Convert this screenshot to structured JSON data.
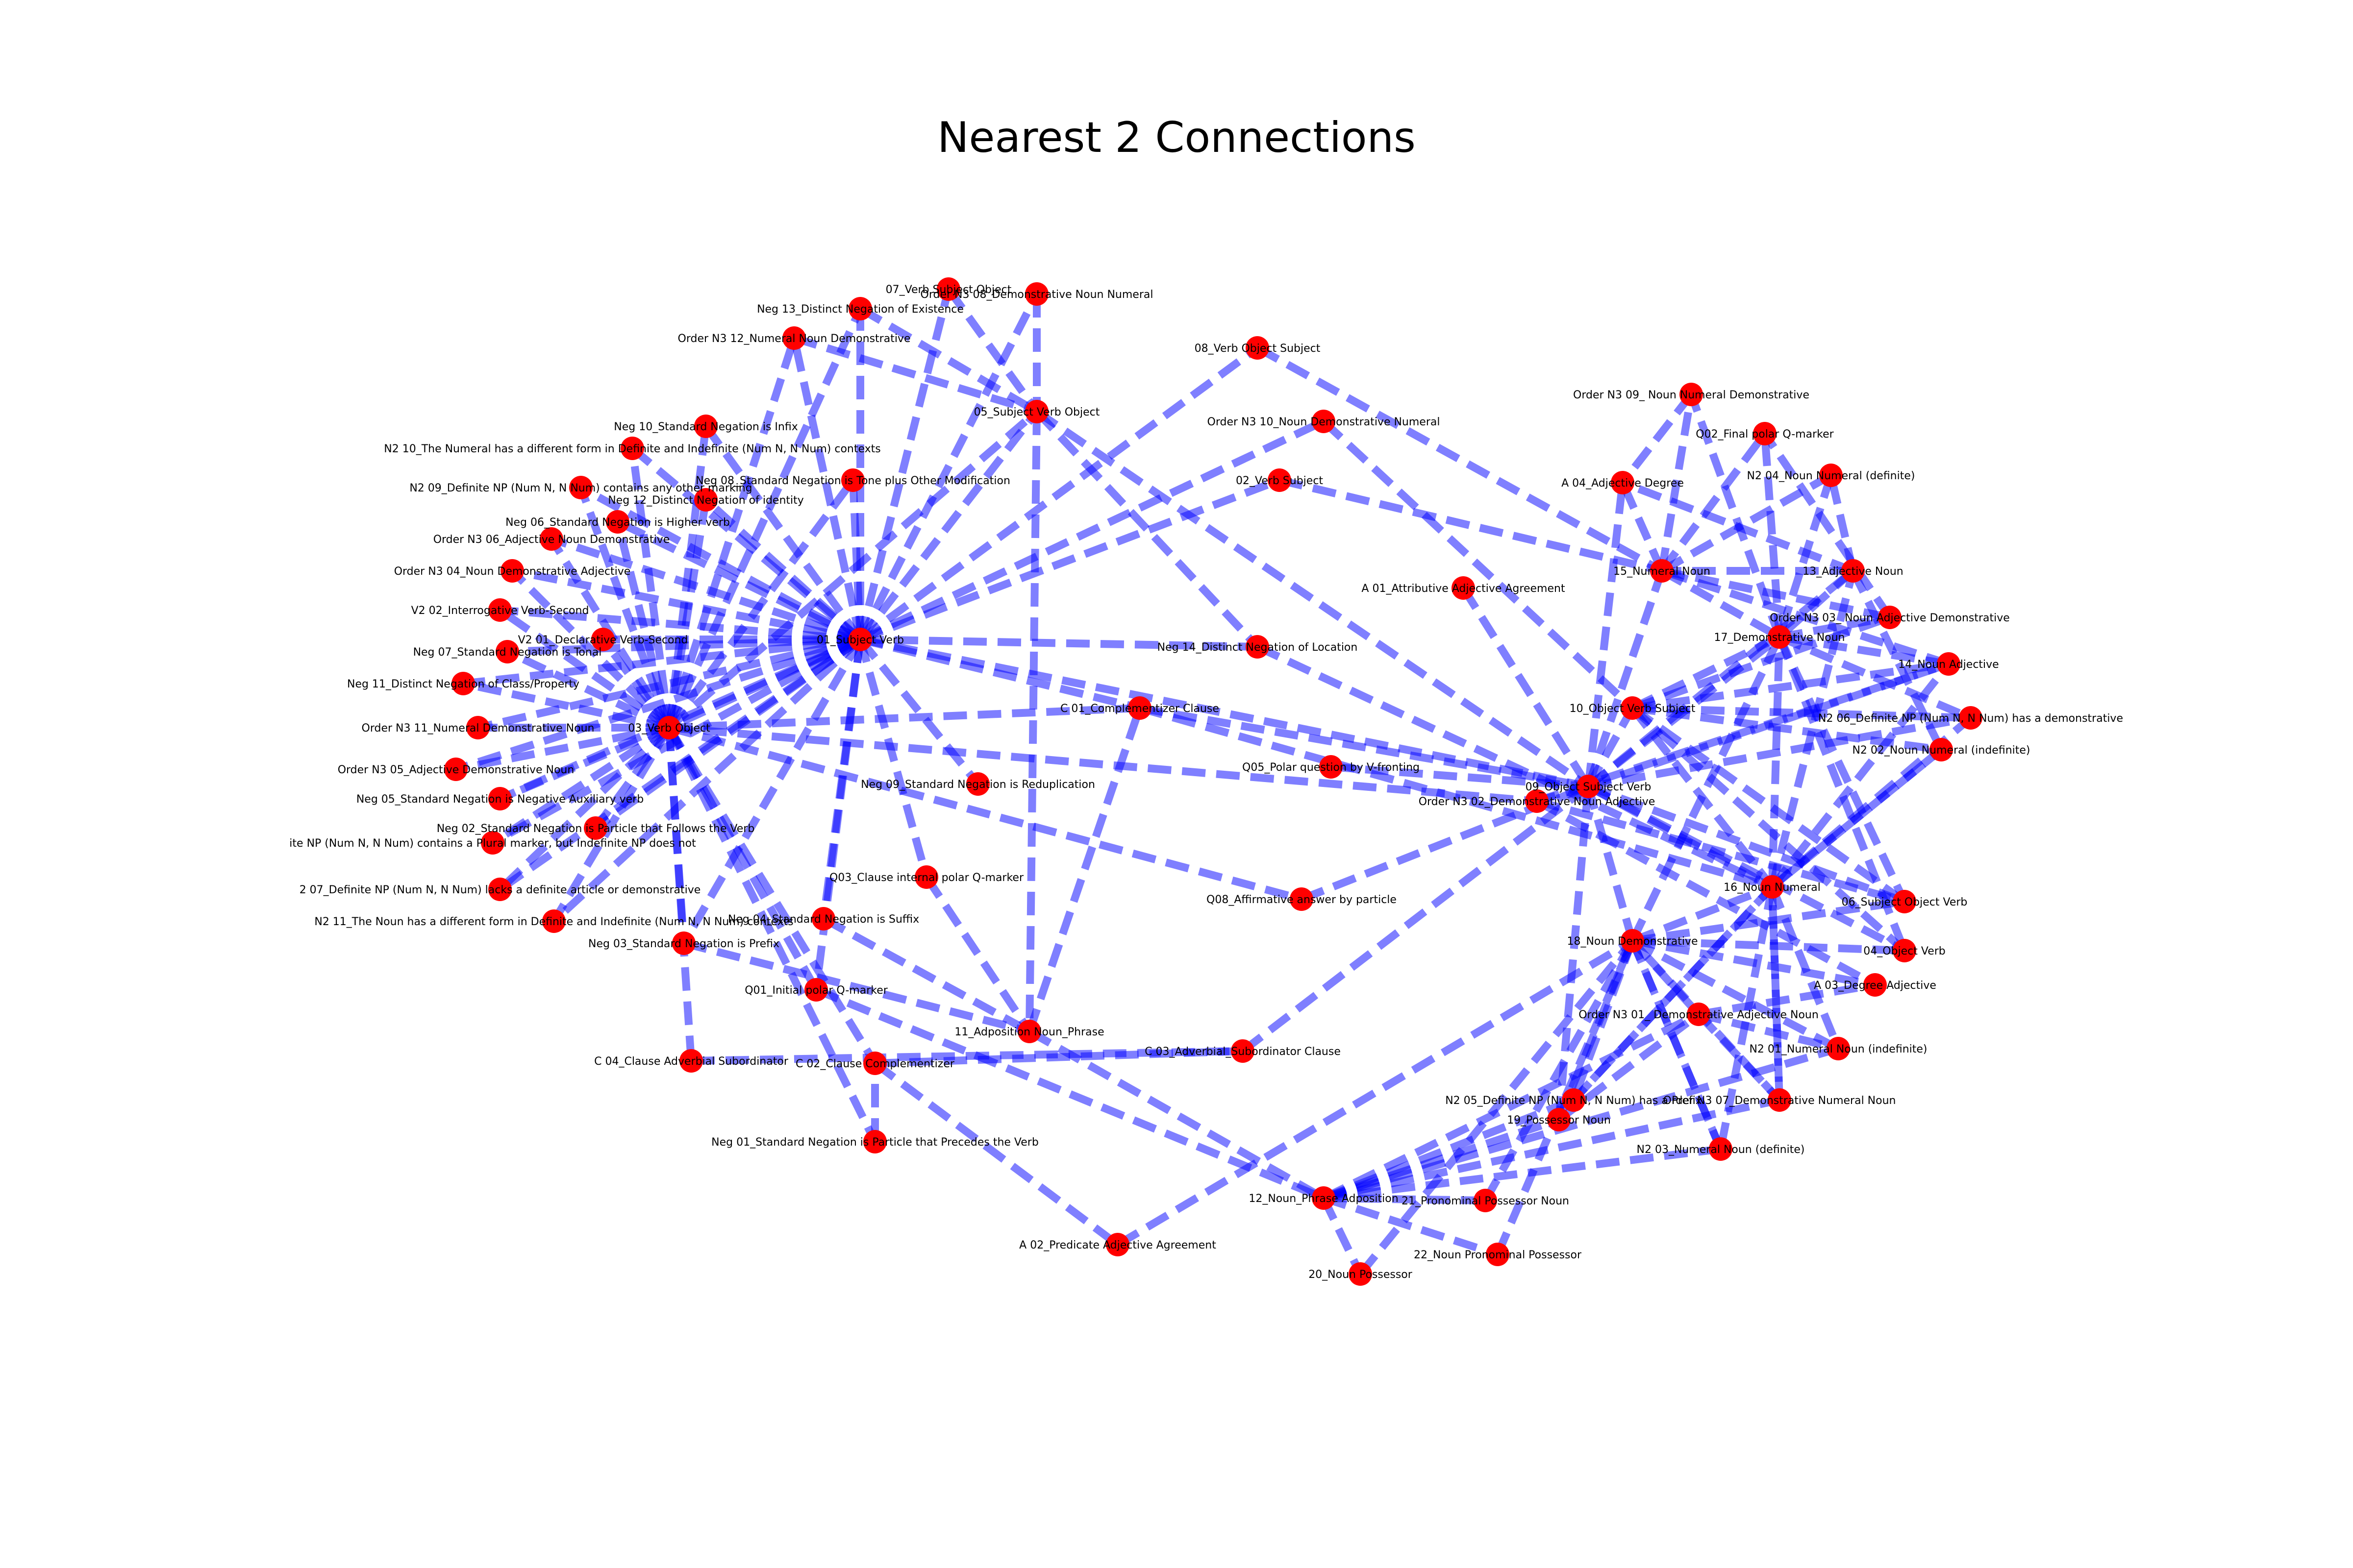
{
  "title": "Nearest 2 Connections",
  "colors": {
    "node": "#ff0000",
    "edge": "#0000ff",
    "background": "#ffffff"
  },
  "nodes": [
    {
      "id": "n1",
      "label": "01_Subject Verb"
    },
    {
      "id": "n2",
      "label": "03_Verb Object"
    },
    {
      "id": "n3",
      "label": "09_Object Subject Verb"
    },
    {
      "id": "n4",
      "label": "Order N3 02_Demonstrative Noun Adjective"
    },
    {
      "id": "n5",
      "label": "Order N3 08_Demonstrative Noun Numeral"
    },
    {
      "id": "n6",
      "label": "07_Verb Subject Object"
    },
    {
      "id": "n7",
      "label": "Neg 13_Distinct Negation of Existence"
    },
    {
      "id": "n8",
      "label": "Order N3 12_Numeral Noun Demonstrative"
    },
    {
      "id": "n9",
      "label": "05_Subject Verb Object"
    },
    {
      "id": "n10",
      "label": "08_Verb Object Subject"
    },
    {
      "id": "n11",
      "label": "Order N3 10_Noun Demonstrative Numeral"
    },
    {
      "id": "n12",
      "label": "02_Verb Subject"
    },
    {
      "id": "n13",
      "label": "Neg 10_Standard Negation is Infix"
    },
    {
      "id": "n14",
      "label": "N2 10_The Numeral has a different form in Definite and Indefinite (Num N, N Num) contexts"
    },
    {
      "id": "n15",
      "label": "N2 09_Definite NP (Num N, N Num) contains any other marking"
    },
    {
      "id": "n16",
      "label": "Neg 08_Standard Negation is Tone plus Other Modification"
    },
    {
      "id": "n17",
      "label": "Neg 12_Distinct Negation of identity"
    },
    {
      "id": "n18",
      "label": "Neg 06_Standard Negation is Higher verb"
    },
    {
      "id": "n19",
      "label": "Order N3 06_Adjective Noun Demonstrative"
    },
    {
      "id": "n20",
      "label": "Order N3 04_Noun Demonstrative Adjective"
    },
    {
      "id": "n21",
      "label": "V2 02_Interrogative Verb-Second"
    },
    {
      "id": "n22",
      "label": "V2 01_Declarative Verb-Second"
    },
    {
      "id": "n23",
      "label": "Neg 07_Standard Negation is Tonal"
    },
    {
      "id": "n24",
      "label": "Neg 11_Distinct Negation of  Class/Property"
    },
    {
      "id": "n25",
      "label": "Order N3 11_Numeral Demonstrative Noun"
    },
    {
      "id": "n26",
      "label": "Order N3 05_Adjective Demonstrative Noun"
    },
    {
      "id": "n27",
      "label": "Neg 05_Standard Negation is Negative Auxiliary verb"
    },
    {
      "id": "n28",
      "label": "Neg 02_Standard Negation is Particle that Follows the Verb"
    },
    {
      "id": "n29",
      "label": "ite NP (Num N, N Num) contains a Plural marker, but Indefinite NP does not"
    },
    {
      "id": "n30",
      "label": "2 07_Definite NP (Num N, N Num) lacks a definite article or demonstrative"
    },
    {
      "id": "n31",
      "label": "N2 11_The Noun has a different form in Definite and Indefinite (Num N, N Num) contexts"
    },
    {
      "id": "n32",
      "label": "Neg 03_Standard Negation is Prefix"
    },
    {
      "id": "n33",
      "label": "Neg 04_Standard Negation is Suffix"
    },
    {
      "id": "n34",
      "label": "Q03_Clause internal polar Q-marker"
    },
    {
      "id": "n35",
      "label": "Neg 09_Standard Negation is Reduplication"
    },
    {
      "id": "n36",
      "label": "Q01_Initial polar Q-marker"
    },
    {
      "id": "n37",
      "label": "C 04_Clause Adverbial Subordinator"
    },
    {
      "id": "n38",
      "label": "C 02_Clause Complementizer"
    },
    {
      "id": "n39",
      "label": "11_Adposition Noun_Phrase"
    },
    {
      "id": "n40",
      "label": "C 03_Adverbial_Subordinator Clause"
    },
    {
      "id": "n41",
      "label": "Neg 01_Standard Negation is Particle that Precedes the Verb"
    },
    {
      "id": "n42",
      "label": "A 02_Predicate Adjective Agreement"
    },
    {
      "id": "n43",
      "label": "C 01_Complementizer Clause"
    },
    {
      "id": "n44",
      "label": "Neg 14_Distinct Negation of Location"
    },
    {
      "id": "n45",
      "label": "A 01_Attributive Adjective Agreement"
    },
    {
      "id": "n46",
      "label": "Q05_Polar question by V-fronting"
    },
    {
      "id": "n47",
      "label": "Q08_Affirmative answer by particle"
    },
    {
      "id": "n48",
      "label": "12_Noun_Phrase Adposition"
    },
    {
      "id": "n49",
      "label": "20_Noun Possessor"
    },
    {
      "id": "n50",
      "label": "22_Noun Pronominal Possessor"
    },
    {
      "id": "n51",
      "label": "21_Pronominal Possessor Noun"
    },
    {
      "id": "n52",
      "label": "19_Possessor Noun"
    },
    {
      "id": "n53",
      "label": "N2 05_Definite NP (Num N, N Num) has a Prefix"
    },
    {
      "id": "n54",
      "label": "Order N3 07_Demonstrative Numeral Noun"
    },
    {
      "id": "n55",
      "label": "N2 03_Numeral Noun (definite)"
    },
    {
      "id": "n56",
      "label": "Order N3 01_ Demonstrative Adjective Noun"
    },
    {
      "id": "n57",
      "label": "N2 01_Numeral Noun (indefinite)"
    },
    {
      "id": "n58",
      "label": "18_Noun Demonstrative"
    },
    {
      "id": "n59",
      "label": "A 03_Degree Adjective"
    },
    {
      "id": "n60",
      "label": "04_Object Verb"
    },
    {
      "id": "n61",
      "label": "06_Subject Object Verb"
    },
    {
      "id": "n62",
      "label": "16_Noun Numeral"
    },
    {
      "id": "n63",
      "label": "10_Object Verb Subject"
    },
    {
      "id": "n64",
      "label": "N2 06_Definite NP (Num N, N Num) has a demonstrative"
    },
    {
      "id": "n65",
      "label": "N2 02_Noun Numeral (indefinite)"
    },
    {
      "id": "n66",
      "label": "14_Noun Adjective"
    },
    {
      "id": "n67",
      "label": "17_Demonstrative Noun"
    },
    {
      "id": "n68",
      "label": "Order N3 03_ Noun Adjective Demonstrative"
    },
    {
      "id": "n69",
      "label": "13_Adjective Noun"
    },
    {
      "id": "n70",
      "label": "15_Numeral Noun"
    },
    {
      "id": "n71",
      "label": "A 04_Adjective Degree"
    },
    {
      "id": "n72",
      "label": "Order N3 09_ Noun Numeral Demonstrative"
    },
    {
      "id": "n73",
      "label": "Q02_Final polar Q-marker"
    },
    {
      "id": "n74",
      "label": "N2 04_Noun Numeral (definite)"
    }
  ],
  "edges": [
    [
      "n1",
      "n2"
    ],
    [
      "n1",
      "n5"
    ],
    [
      "n1",
      "n6"
    ],
    [
      "n1",
      "n7"
    ],
    [
      "n1",
      "n8"
    ],
    [
      "n1",
      "n10"
    ],
    [
      "n1",
      "n11"
    ],
    [
      "n1",
      "n12"
    ],
    [
      "n1",
      "n13"
    ],
    [
      "n1",
      "n14"
    ],
    [
      "n1",
      "n15"
    ],
    [
      "n1",
      "n16"
    ],
    [
      "n1",
      "n17"
    ],
    [
      "n1",
      "n18"
    ],
    [
      "n1",
      "n19"
    ],
    [
      "n1",
      "n20"
    ],
    [
      "n1",
      "n21"
    ],
    [
      "n1",
      "n22"
    ],
    [
      "n1",
      "n23"
    ],
    [
      "n1",
      "n24"
    ],
    [
      "n1",
      "n25"
    ],
    [
      "n1",
      "n26"
    ],
    [
      "n1",
      "n27"
    ],
    [
      "n1",
      "n28"
    ],
    [
      "n1",
      "n29"
    ],
    [
      "n1",
      "n30"
    ],
    [
      "n1",
      "n31"
    ],
    [
      "n1",
      "n33"
    ],
    [
      "n1",
      "n34"
    ],
    [
      "n1",
      "n35"
    ],
    [
      "n1",
      "n36"
    ],
    [
      "n1",
      "n44"
    ],
    [
      "n1",
      "n3"
    ],
    [
      "n1",
      "n43"
    ],
    [
      "n1",
      "n32"
    ],
    [
      "n1",
      "n9"
    ],
    [
      "n2",
      "n7"
    ],
    [
      "n2",
      "n8"
    ],
    [
      "n2",
      "n9"
    ],
    [
      "n2",
      "n13"
    ],
    [
      "n2",
      "n14"
    ],
    [
      "n2",
      "n15"
    ],
    [
      "n2",
      "n16"
    ],
    [
      "n2",
      "n17"
    ],
    [
      "n2",
      "n18"
    ],
    [
      "n2",
      "n19"
    ],
    [
      "n2",
      "n20"
    ],
    [
      "n2",
      "n21"
    ],
    [
      "n2",
      "n22"
    ],
    [
      "n2",
      "n23"
    ],
    [
      "n2",
      "n24"
    ],
    [
      "n2",
      "n25"
    ],
    [
      "n2",
      "n26"
    ],
    [
      "n2",
      "n27"
    ],
    [
      "n2",
      "n28"
    ],
    [
      "n2",
      "n29"
    ],
    [
      "n2",
      "n30"
    ],
    [
      "n2",
      "n31"
    ],
    [
      "n2",
      "n32"
    ],
    [
      "n2",
      "n37"
    ],
    [
      "n2",
      "n38"
    ],
    [
      "n2",
      "n36"
    ],
    [
      "n2",
      "n41"
    ],
    [
      "n2",
      "n43"
    ],
    [
      "n2",
      "n47"
    ],
    [
      "n2",
      "n4"
    ],
    [
      "n5",
      "n9"
    ],
    [
      "n6",
      "n9"
    ],
    [
      "n7",
      "n9"
    ],
    [
      "n8",
      "n9"
    ],
    [
      "n9",
      "n44"
    ],
    [
      "n9",
      "n3"
    ],
    [
      "n9",
      "n39"
    ],
    [
      "n10",
      "n70"
    ],
    [
      "n11",
      "n63"
    ],
    [
      "n12",
      "n70"
    ],
    [
      "n32",
      "n39"
    ],
    [
      "n33",
      "n39"
    ],
    [
      "n34",
      "n39"
    ],
    [
      "n36",
      "n48"
    ],
    [
      "n41",
      "n38"
    ],
    [
      "n37",
      "n40"
    ],
    [
      "n38",
      "n40"
    ],
    [
      "n38",
      "n42"
    ],
    [
      "n39",
      "n48"
    ],
    [
      "n39",
      "n43"
    ],
    [
      "n40",
      "n3"
    ],
    [
      "n43",
      "n3"
    ],
    [
      "n43",
      "n62"
    ],
    [
      "n45",
      "n3"
    ],
    [
      "n46",
      "n3"
    ],
    [
      "n47",
      "n3"
    ],
    [
      "n44",
      "n62"
    ],
    [
      "n42",
      "n58"
    ],
    [
      "n48",
      "n49"
    ],
    [
      "n48",
      "n50"
    ],
    [
      "n48",
      "n51"
    ],
    [
      "n48",
      "n52"
    ],
    [
      "n48",
      "n54"
    ],
    [
      "n48",
      "n56"
    ],
    [
      "n48",
      "n57"
    ],
    [
      "n48",
      "n53"
    ],
    [
      "n48",
      "n55"
    ],
    [
      "n52",
      "n56"
    ],
    [
      "n52",
      "n58"
    ],
    [
      "n51",
      "n58"
    ],
    [
      "n49",
      "n58"
    ],
    [
      "n50",
      "n58"
    ],
    [
      "n52",
      "n3"
    ],
    [
      "n3",
      "n63"
    ],
    [
      "n3",
      "n58"
    ],
    [
      "n3",
      "n62"
    ],
    [
      "n3",
      "n66"
    ],
    [
      "n3",
      "n67"
    ],
    [
      "n3",
      "n69"
    ],
    [
      "n3",
      "n70"
    ],
    [
      "n3",
      "n71"
    ],
    [
      "n3",
      "n64"
    ],
    [
      "n3",
      "n60"
    ],
    [
      "n3",
      "n61"
    ],
    [
      "n3",
      "n4"
    ],
    [
      "n4",
      "n61"
    ],
    [
      "n4",
      "n59"
    ],
    [
      "n4",
      "n66"
    ],
    [
      "n63",
      "n62"
    ],
    [
      "n63",
      "n66"
    ],
    [
      "n63",
      "n60"
    ],
    [
      "n63",
      "n61"
    ],
    [
      "n63",
      "n64"
    ],
    [
      "n63",
      "n65"
    ],
    [
      "n63",
      "n68"
    ],
    [
      "n63",
      "n67"
    ],
    [
      "n58",
      "n62"
    ],
    [
      "n58",
      "n56"
    ],
    [
      "n58",
      "n60"
    ],
    [
      "n58",
      "n61"
    ],
    [
      "n58",
      "n59"
    ],
    [
      "n58",
      "n57"
    ],
    [
      "n58",
      "n53"
    ],
    [
      "n58",
      "n55"
    ],
    [
      "n58",
      "n67"
    ],
    [
      "n62",
      "n66"
    ],
    [
      "n62",
      "n67"
    ],
    [
      "n62",
      "n69"
    ],
    [
      "n62",
      "n65"
    ],
    [
      "n62",
      "n64"
    ],
    [
      "n62",
      "n57"
    ],
    [
      "n62",
      "n55"
    ],
    [
      "n62",
      "n54"
    ],
    [
      "n62",
      "n53"
    ],
    [
      "n66",
      "n67"
    ],
    [
      "n66",
      "n70"
    ],
    [
      "n69",
      "n67"
    ],
    [
      "n69",
      "n70"
    ],
    [
      "n69",
      "n71"
    ],
    [
      "n69",
      "n74"
    ],
    [
      "n69",
      "n65"
    ],
    [
      "n70",
      "n71"
    ],
    [
      "n70",
      "n72"
    ],
    [
      "n70",
      "n73"
    ],
    [
      "n70",
      "n74"
    ],
    [
      "n70",
      "n67"
    ],
    [
      "n70",
      "n68"
    ],
    [
      "n67",
      "n72"
    ],
    [
      "n67",
      "n73"
    ],
    [
      "n67",
      "n68"
    ],
    [
      "n67",
      "n64"
    ],
    [
      "n67",
      "n61"
    ],
    [
      "n67",
      "n60"
    ],
    [
      "n68",
      "n73"
    ],
    [
      "n56",
      "n54"
    ],
    [
      "n56",
      "n57"
    ],
    [
      "n56",
      "n59"
    ],
    [
      "n54",
      "n62"
    ],
    [
      "n54",
      "n58"
    ],
    [
      "n55",
      "n58"
    ],
    [
      "n53",
      "n62"
    ],
    [
      "n65",
      "n62"
    ],
    [
      "n74",
      "n67"
    ],
    [
      "n72",
      "n71"
    ]
  ]
}
